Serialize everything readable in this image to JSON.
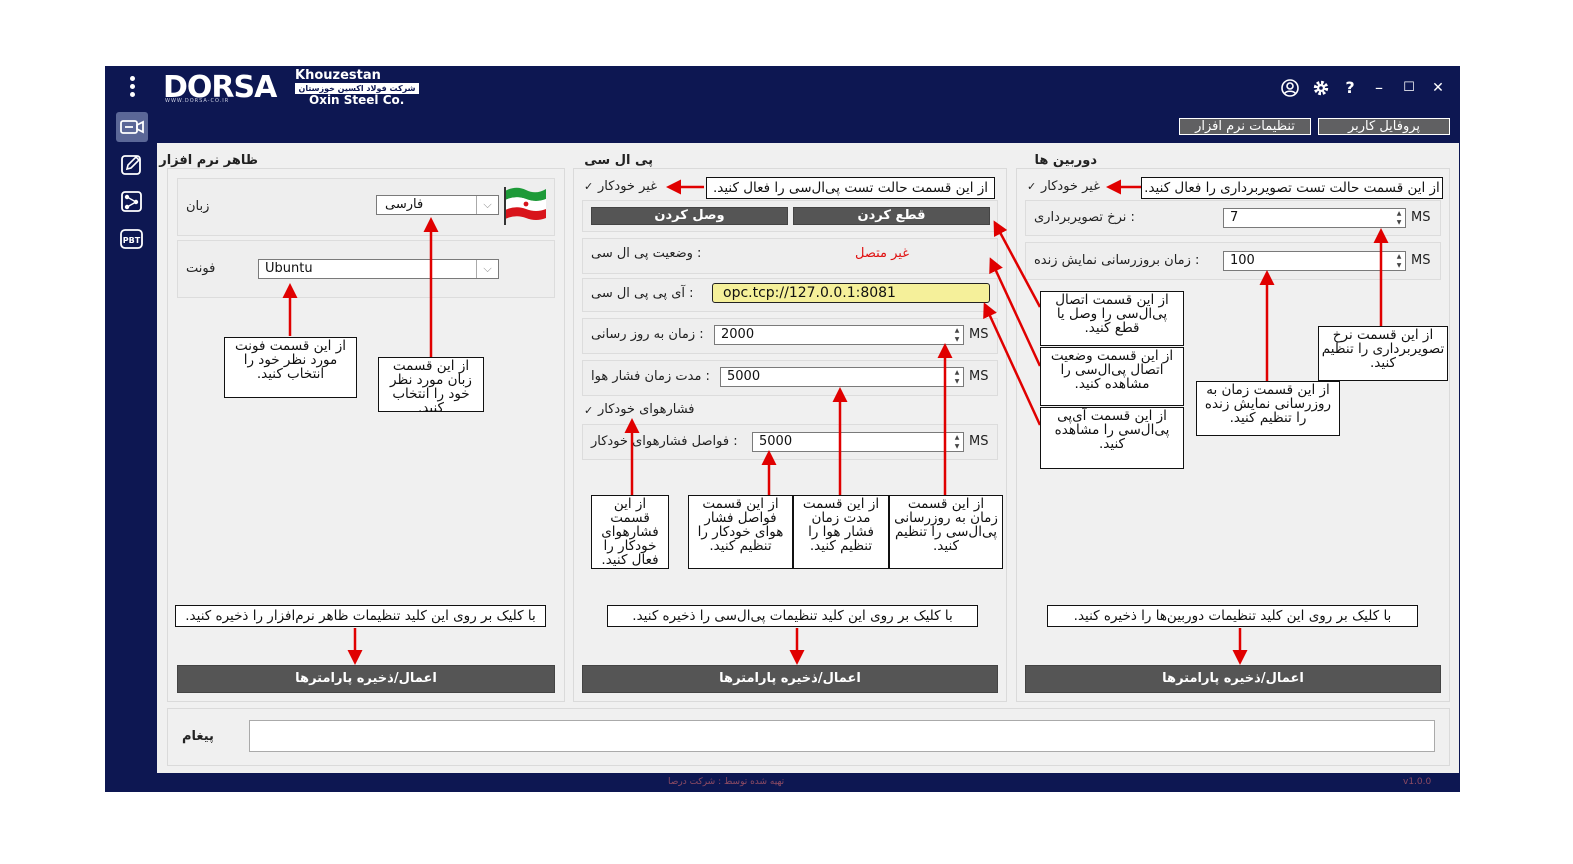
{
  "brand": {
    "logo_main": "DORSA",
    "logo_url": "WWW.DORSA-CO.IR",
    "company_line1": "Khouzestan",
    "company_fa": "شرکت فولاد اکسین خوزستان",
    "company_line2": "Oxin Steel Co."
  },
  "window_controls": {
    "user_icon": "user-circle-icon",
    "settings_icon": "gear-icon",
    "help": "?",
    "minimize": "–",
    "maximize": "☐",
    "close": "✕"
  },
  "sidebar": {
    "items": [
      "camera-icon",
      "edit-icon",
      "share-icon",
      "PBT"
    ]
  },
  "tabs": {
    "user_profile": "پروفایل کاربر",
    "software_settings": "تنظیمات نرم افزار"
  },
  "appearance": {
    "title": "ظاهر نرم افزار",
    "language_label": "زبان",
    "language_value": "فارسی",
    "font_label": "فونت",
    "font_value": "Ubuntu",
    "apply_button": "اعمال/ذخیره پارامترها"
  },
  "plc": {
    "title": "پی ال سی",
    "auto_label": "غیر خودکار",
    "disconnect_button": "قطع کردن",
    "connect_button": "وصل کردن",
    "status_label": ": وضعیت پی ال سی",
    "status_value": "غیر متصل",
    "ip_label": ": آی پی پی ال سی",
    "ip_value": "opc.tcp://127.0.0.1:8081",
    "refresh_label": ": زمان به روز رسانی",
    "refresh_value": "2000",
    "air_label": ": مدت زمان فشار هوا",
    "air_value": "5000",
    "auto_pressure_label": "فشارهوای خودکار",
    "interval_label": ": فواصل فشارهوای خودکار",
    "interval_value": "5000",
    "unit": "MS",
    "apply_button": "اعمال/ذخیره پارامترها"
  },
  "cameras": {
    "title": "دوربین ها",
    "auto_label": "غیر خودکار",
    "rate_label": ": نرخ تصویربرداری",
    "rate_value": "7",
    "live_label": ": زمان بروزرسانی نمایش زنده",
    "live_value": "100",
    "unit": "MS",
    "apply_button": "اعمال/ذخیره پارامترها"
  },
  "message": {
    "label": "پیغام",
    "value": ""
  },
  "footer": {
    "credit": "تهیه شده توسط : شرکت درصا",
    "version": "v1.0.0"
  },
  "callouts": {
    "font": "از این قسمت فونت مورد نظر خود را انتخاب کنید.",
    "language": "از این قسمت زبان مورد نظر خود را انتخاب کنید.",
    "appearance_save": "با کلیک بر روی این کلید تنظیمات ظاهر نرم‌افزار را ذخیره کنید.",
    "plc_test": "از این قسمت حالت تست پی‌ال‌سی را فعال کنید.",
    "plc_connect": "از این قسمت اتصال پی‌ال‌سی را وصل یا قطع کنید.",
    "plc_status": "از این قسمت وضعیت اتصال پی‌ال‌سی را مشاهده کنید.",
    "plc_ip": "از این قسمت آی‌پی پی‌ال‌سی را مشاهده کنید.",
    "auto_pressure": "از این قسمت فشارهوای خودکار را فعال کنید.",
    "interval": "از این قسمت فواصل فشار هوای خودکار را تنظیم کنید.",
    "air_time": "از این قسمت مدت زمان فشار هوا را تنظیم کنید.",
    "refresh": "از این قسمت زمان به روزرسانی پی‌ال‌سی را تنظیم کنید.",
    "plc_save": "با کلیک بر روی این کلید تنظیمات پی‌ال‌سی را ذخیره کنید.",
    "camera_test": "از این قسمت حالت تست تصویربرداری را فعال کنید.",
    "camera_rate": "از این قسمت نرخ تصویربرداری را تنظیم کنید.",
    "camera_live": "از این قسمت زمان به روزرسانی نمایش زنده را تنظیم کنید.",
    "camera_save": "با کلیک بر روی این کلید تنظیمات دوربین‌ها را ذخیره کنید."
  },
  "colors": {
    "frame": "#0d1752",
    "panel": "#f0f0f0",
    "button": "#555555",
    "status_disconnected": "#e01010",
    "ip_highlight": "#f5f09a",
    "arrow": "#e00000"
  }
}
